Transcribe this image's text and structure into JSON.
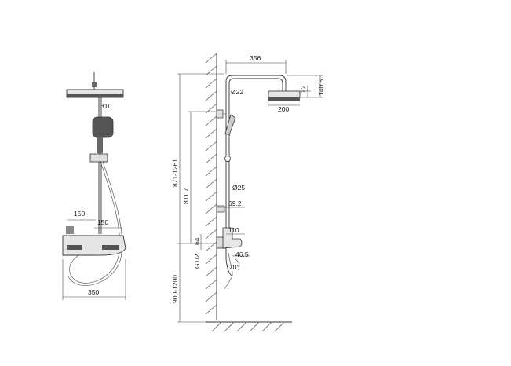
{
  "front_view": {
    "head_width": "310",
    "shelf_offset_a": "150",
    "shelf_offset_b": "150",
    "overall_width": "350"
  },
  "side_view": {
    "arm_reach": "356",
    "head_diameter": "200",
    "head_thickness": "22",
    "head_height": "140.5",
    "pipe_upper_dia": "Ø22",
    "pipe_lower_dia": "Ø25",
    "height_adjust_range": "871-1261",
    "riser_length": "811.7",
    "bracket_offset": "69.2",
    "spout_height": "110",
    "mixer_offset": "64",
    "inlet_thread": "G1/2",
    "spout_reach": "46.5",
    "spout_angle": "20°",
    "install_height": "900-1200"
  },
  "colors": {
    "line": "#333333",
    "fill_dark": "#555555",
    "fill_light": "#e6e6e6",
    "background": "#ffffff"
  }
}
